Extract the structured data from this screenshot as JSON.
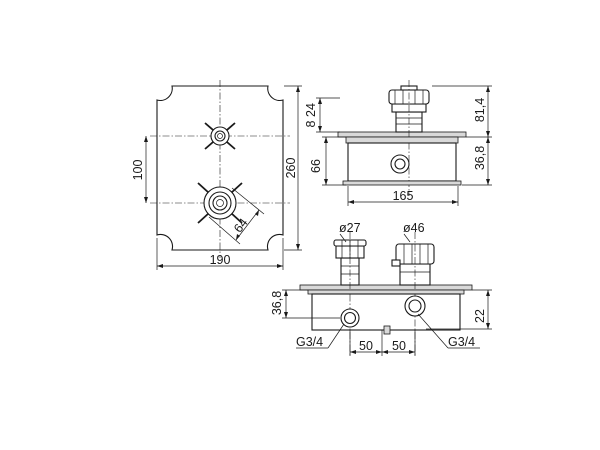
{
  "dimensions": {
    "front_width": "190",
    "front_height": "260",
    "spindle_spacing": "100",
    "handle_diameter": "64",
    "side_top_small": "24",
    "side_top_8": "8",
    "side_face_height": "66",
    "side_width": "165",
    "side_total_height": "81,4",
    "side_body_depth": "36,8",
    "top_body_depth": "36,8",
    "top_dia_small": "ø27",
    "top_dia_large": "ø46",
    "top_offset": "22",
    "top_spacing_left": "50",
    "top_spacing_right": "50",
    "thread_left": "G3/4",
    "thread_right": "G3/4"
  }
}
